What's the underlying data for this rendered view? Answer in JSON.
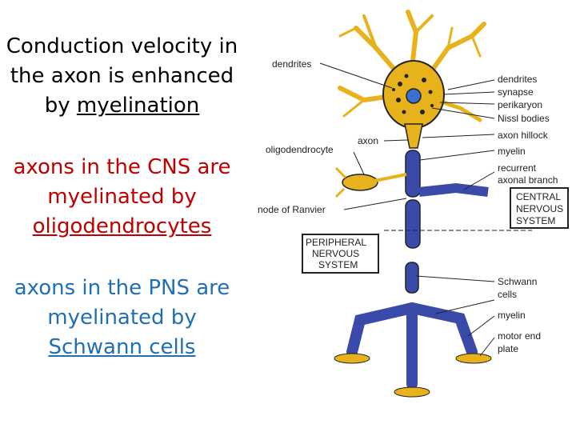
{
  "slide": {
    "block1": {
      "line1": "Conduction velocity in",
      "line2": "the axon is enhanced",
      "line3_prefix": "by ",
      "line3_underlined": "myelination",
      "color": "#000000"
    },
    "block2": {
      "line1": "axons in the CNS are",
      "line2": "myelinated by",
      "line3_underlined": "oligodendrocytes",
      "color": "#c00000"
    },
    "block3": {
      "line1": "axons in the PNS are",
      "line2": "myelinated by",
      "line3_underlined": "Schwann cells",
      "color": "#1f6fb2"
    }
  },
  "diagram": {
    "labels": {
      "dendrites_left": "dendrites",
      "dendrites_right": "dendrites",
      "synapse": "synapse",
      "perikaryon": "perikaryon",
      "nissl_bodies": "Nissl bodies",
      "axon_hillock": "axon hillock",
      "axon": "axon",
      "oligodendrocyte": "oligodendrocyte",
      "myelin_top": "myelin",
      "recurrent": "recurrent",
      "axonal_branch": "axonal branch",
      "node_of_ranvier": "node of Ranvier",
      "cns_1": "CENTRAL",
      "cns_2": "NERVOUS",
      "cns_3": "SYSTEM",
      "pns_1": "PERIPHERAL",
      "pns_2": "NERVOUS",
      "pns_3": "SYSTEM",
      "schwann_1": "Schwann",
      "schwann_2": "cells",
      "myelin_bottom": "myelin",
      "motor_end_1": "motor end",
      "motor_end_2": "plate"
    },
    "colors": {
      "cell_body": "#e8b21c",
      "myelin": "#3a4aa8",
      "nucleus": "#3b6fd0",
      "outline": "#222222"
    }
  }
}
